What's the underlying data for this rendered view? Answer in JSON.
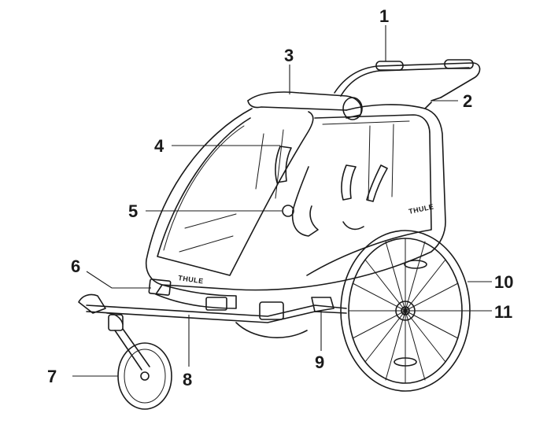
{
  "brand": {
    "name": "THULE"
  },
  "callouts": {
    "c1": "1",
    "c2": "2",
    "c3": "3",
    "c4": "4",
    "c5": "5",
    "c6": "6",
    "c7": "7",
    "c8": "8",
    "c9": "9",
    "c10": "10",
    "c11": "11"
  },
  "colors": {
    "line": "#1a1a1a",
    "background": "#ffffff"
  }
}
